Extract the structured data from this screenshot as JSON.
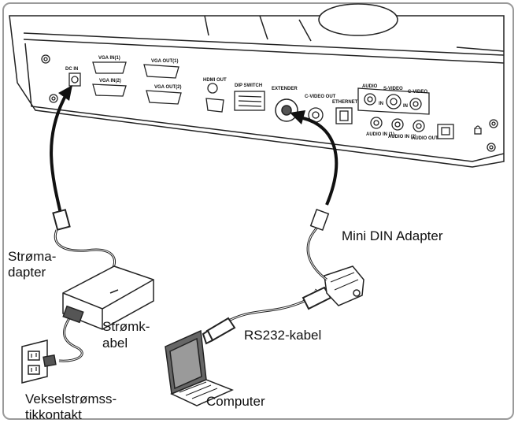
{
  "labels": {
    "power_adapter": [
      "Strøma-",
      "dapter"
    ],
    "power_cable": [
      "Strømk-",
      "abel"
    ],
    "ac_outlet": [
      "Vekselstrømss-",
      "tikkontakt"
    ],
    "computer": "Computer",
    "rs232_cable": "RS232-kabel",
    "mini_din_adapter": "Mini DIN Adapter"
  },
  "port_labels": {
    "dc_in": "DC IN",
    "vga_in_1": "VGA IN(1)",
    "vga_in_2": "VGA IN(2)",
    "vga_out_1": "VGA OUT(1)",
    "vga_out_2": "VGA OUT(2)",
    "hdmi_out": "HDMI OUT",
    "dip_switch": "DIP SWITCH",
    "extender": "EXTENDER",
    "c_video_out": "C-VIDEO OUT",
    "ethernet": "ETHERNET",
    "audio": "AUDIO",
    "s_video": "S-VIDEO",
    "c_video": "C-VIDEO",
    "audio_in_1": "AUDIO IN (1)",
    "audio_in_2": "AUDIO IN (2)",
    "audio_out": "AUDIO OUT",
    "in_a": "IN",
    "in_b": "IN"
  }
}
